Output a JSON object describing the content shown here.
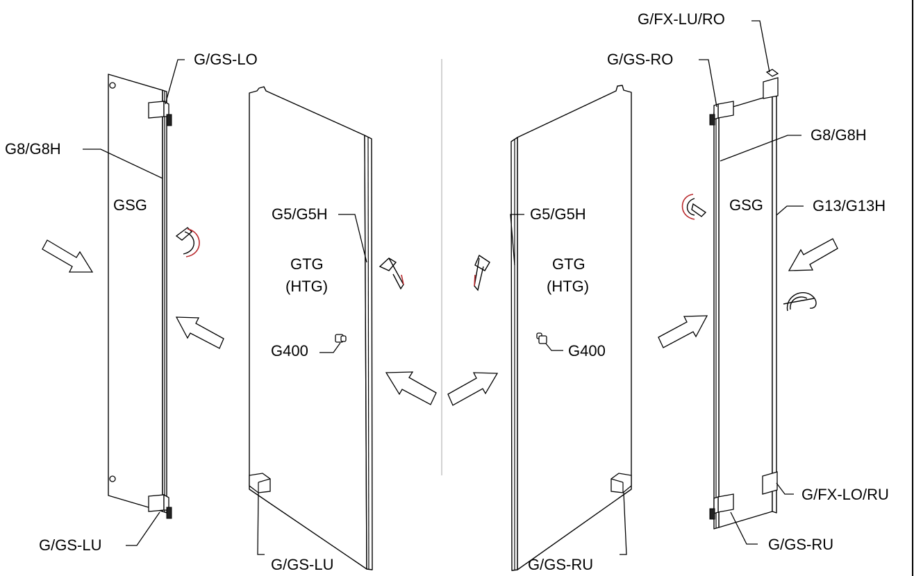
{
  "labels": {
    "fx_lu_ro": "G/FX-LU/RO",
    "gs_lo": "G/GS-LO",
    "gs_ro": "G/GS-RO",
    "g8_left": "G8/G8H",
    "g8_right": "G8/G8H",
    "gsg_left": "GSG",
    "gsg_right": "GSG",
    "g5_left": "G5/G5H",
    "g5_right": "G5/G5H",
    "g13": "G13/G13H",
    "gtg_left": "GTG",
    "htg_left": "(HTG)",
    "gtg_right": "GTG",
    "htg_right": "(HTG)",
    "g400_left": "G400",
    "g400_right": "G400",
    "fx_lo_ru": "G/FX-LO/RU",
    "gs_lu_outer": "G/GS-LU",
    "gs_lu_inner": "G/GS-LU",
    "gs_ru_inner": "G/GS-RU",
    "gs_ru_outer": "G/GS-RU"
  }
}
